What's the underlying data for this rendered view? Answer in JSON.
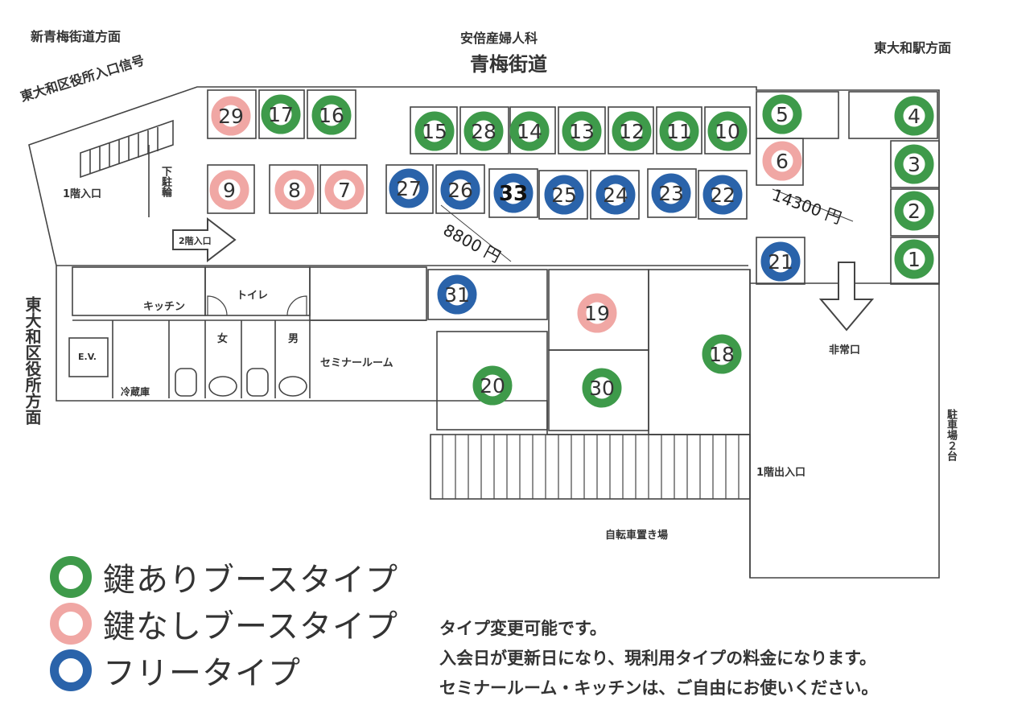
{
  "colors": {
    "locked": "#3e9a4a",
    "unlocked": "#f0a7a4",
    "free": "#2a63aa",
    "line": "#444444"
  },
  "labels": {
    "shin_ome": "新青梅街道方面",
    "hospital": "安倍産婦人科",
    "ome_road": "青梅街道",
    "station": "東大和駅方面",
    "signal": "東大和区役所入口信号",
    "entrance1": "1階入口",
    "stairs_down": "下駐輪",
    "entrance2": "2階入口",
    "ward_office": "東大和区役所方面",
    "kitchen": "キッチン",
    "toilet": "トイレ",
    "female": "女",
    "male": "男",
    "ev": "E.V.",
    "fridge": "冷蔵庫",
    "seminar": "セミナールーム",
    "emergency": "非常口",
    "exit1": "1階出入口",
    "bicycle": "自転車置き場",
    "parking": "駐車場２台"
  },
  "prices": {
    "p8800": "8800 円",
    "p14300": "14300 円"
  },
  "legend": {
    "locked": "鍵ありブースタイプ",
    "unlocked": "鍵なしブースタイプ",
    "free": "フリータイプ"
  },
  "notes": [
    "タイプ変更可能です。",
    "入会日が更新日になり、現利用タイプの料金になります。",
    "セミナールーム・キッチンは、ご自由にお使いください。"
  ],
  "booths": [
    {
      "num": "29",
      "type": "unlocked"
    },
    {
      "num": "17",
      "type": "locked"
    },
    {
      "num": "16",
      "type": "locked"
    },
    {
      "num": "15",
      "type": "locked"
    },
    {
      "num": "28",
      "type": "locked"
    },
    {
      "num": "14",
      "type": "locked"
    },
    {
      "num": "13",
      "type": "locked"
    },
    {
      "num": "12",
      "type": "locked"
    },
    {
      "num": "11",
      "type": "locked"
    },
    {
      "num": "10",
      "type": "locked"
    },
    {
      "num": "5",
      "type": "locked"
    },
    {
      "num": "4",
      "type": "locked"
    },
    {
      "num": "6",
      "type": "unlocked"
    },
    {
      "num": "3",
      "type": "locked"
    },
    {
      "num": "2",
      "type": "locked"
    },
    {
      "num": "1",
      "type": "locked"
    },
    {
      "num": "9",
      "type": "unlocked"
    },
    {
      "num": "8",
      "type": "unlocked"
    },
    {
      "num": "7",
      "type": "unlocked"
    },
    {
      "num": "27",
      "type": "free"
    },
    {
      "num": "26",
      "type": "free"
    },
    {
      "num": "33",
      "type": "free"
    },
    {
      "num": "25",
      "type": "free"
    },
    {
      "num": "24",
      "type": "free"
    },
    {
      "num": "23",
      "type": "free"
    },
    {
      "num": "22",
      "type": "free"
    },
    {
      "num": "21",
      "type": "free"
    },
    {
      "num": "31",
      "type": "free"
    },
    {
      "num": "19",
      "type": "unlocked"
    },
    {
      "num": "18",
      "type": "locked"
    },
    {
      "num": "20",
      "type": "locked"
    },
    {
      "num": "30",
      "type": "locked"
    }
  ]
}
